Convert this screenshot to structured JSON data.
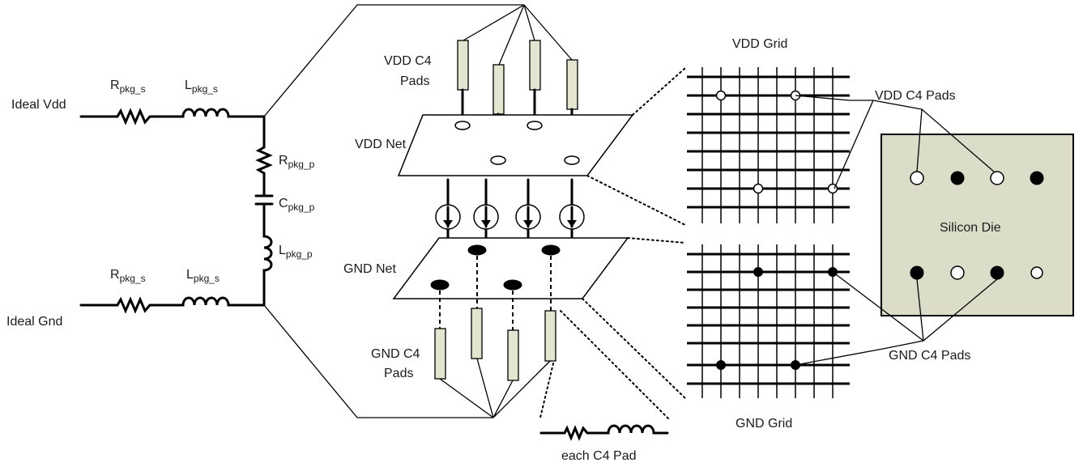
{
  "labels": {
    "ideal_vdd": "Ideal Vdd",
    "ideal_gnd": "Ideal Gnd",
    "r_pkg_s_main": "R",
    "r_pkg_s_sub": "pkg_s",
    "l_pkg_s_main": "L",
    "l_pkg_s_sub": "pkg_s",
    "r_pkg_p_main": "R",
    "r_pkg_p_sub": "pkg_p",
    "c_pkg_p_main": "C",
    "c_pkg_p_sub": "pkg_p",
    "l_pkg_p_main": "L",
    "l_pkg_p_sub": "pkg_p",
    "vdd_c4_pads_line1": "VDD C4",
    "vdd_c4_pads_line2": "Pads",
    "vdd_net": "VDD Net",
    "gnd_net": "GND Net",
    "gnd_c4_pads_line1": "GND C4",
    "gnd_c4_pads_line2": "Pads",
    "each_c4_pad": "each C4 Pad",
    "vdd_grid": "VDD Grid",
    "gnd_grid": "GND Grid",
    "vdd_c4_pads_right": "VDD C4 Pads",
    "gnd_c4_pads_right": "GND C4 Pads",
    "silicon_die": "Silicon Die"
  },
  "colors": {
    "pad_fill": "#e3e5d1",
    "die_fill": "#dcddc9",
    "line": "#000000"
  }
}
